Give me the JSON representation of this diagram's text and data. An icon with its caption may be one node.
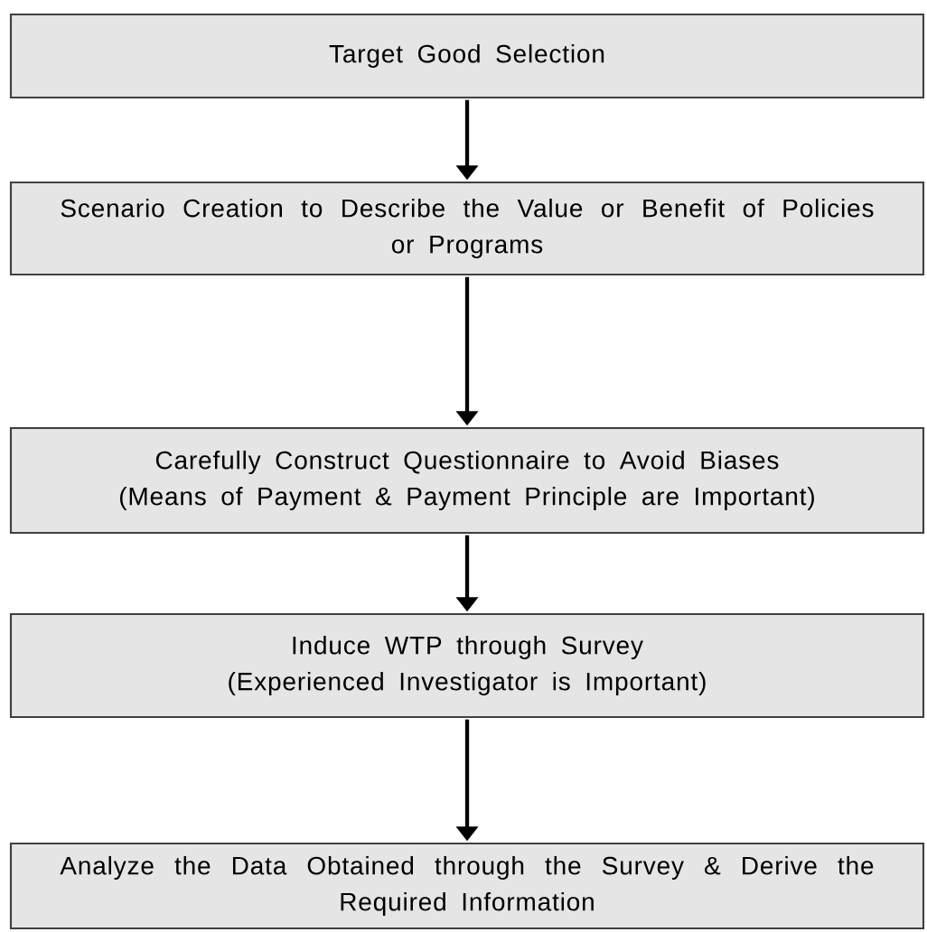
{
  "diagram": {
    "nodes": [
      {
        "text": [
          "Target Good Selection"
        ]
      },
      {
        "text": [
          "Scenario Creation to Describe the Value or Benefit of Policies or Programs"
        ]
      },
      {
        "text": [
          "Carefully Construct Questionnaire to Avoid Biases",
          "(Means of Payment & Payment Principle are Important)"
        ]
      },
      {
        "text": [
          "Induce WTP through Survey",
          "(Experienced Investigator is Important)"
        ]
      },
      {
        "text": [
          "Analyze the Data Obtained through the Survey & Derive the Required Information"
        ]
      }
    ],
    "edges": [
      {
        "from": 0,
        "to": 1,
        "arrow": "to"
      },
      {
        "from": 1,
        "to": 2,
        "arrow": "to"
      },
      {
        "from": 2,
        "to": 3,
        "arrow": "to"
      },
      {
        "from": 3,
        "to": 4,
        "arrow": "to"
      }
    ]
  }
}
